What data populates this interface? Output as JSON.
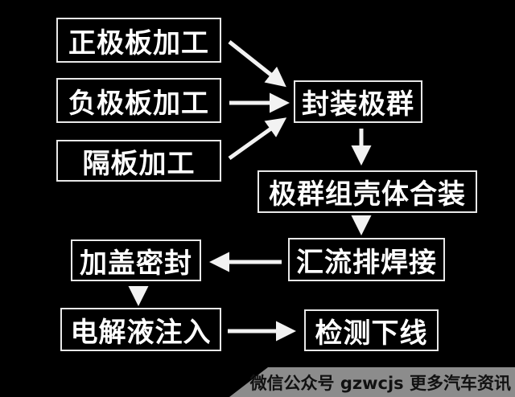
{
  "steps": {
    "positive_plate": "正极板加工",
    "negative_plate": "负极板加工",
    "separator": "隔板加工",
    "package_group": "封装极群",
    "group_case_assembly": "极群组壳体合装",
    "busbar_welding": "汇流排焊接",
    "lid_sealing": "加盖密封",
    "electrolyte_injection": "电解液注入",
    "inspection_offline": "检测下线"
  },
  "watermark": "微信公众号 gzwcjs 更多汽车资讯",
  "colors": {
    "background": "#000000",
    "box_border": "#e8e8e8",
    "text": "#ffffff",
    "watermark_band": "#8c8c8c"
  }
}
